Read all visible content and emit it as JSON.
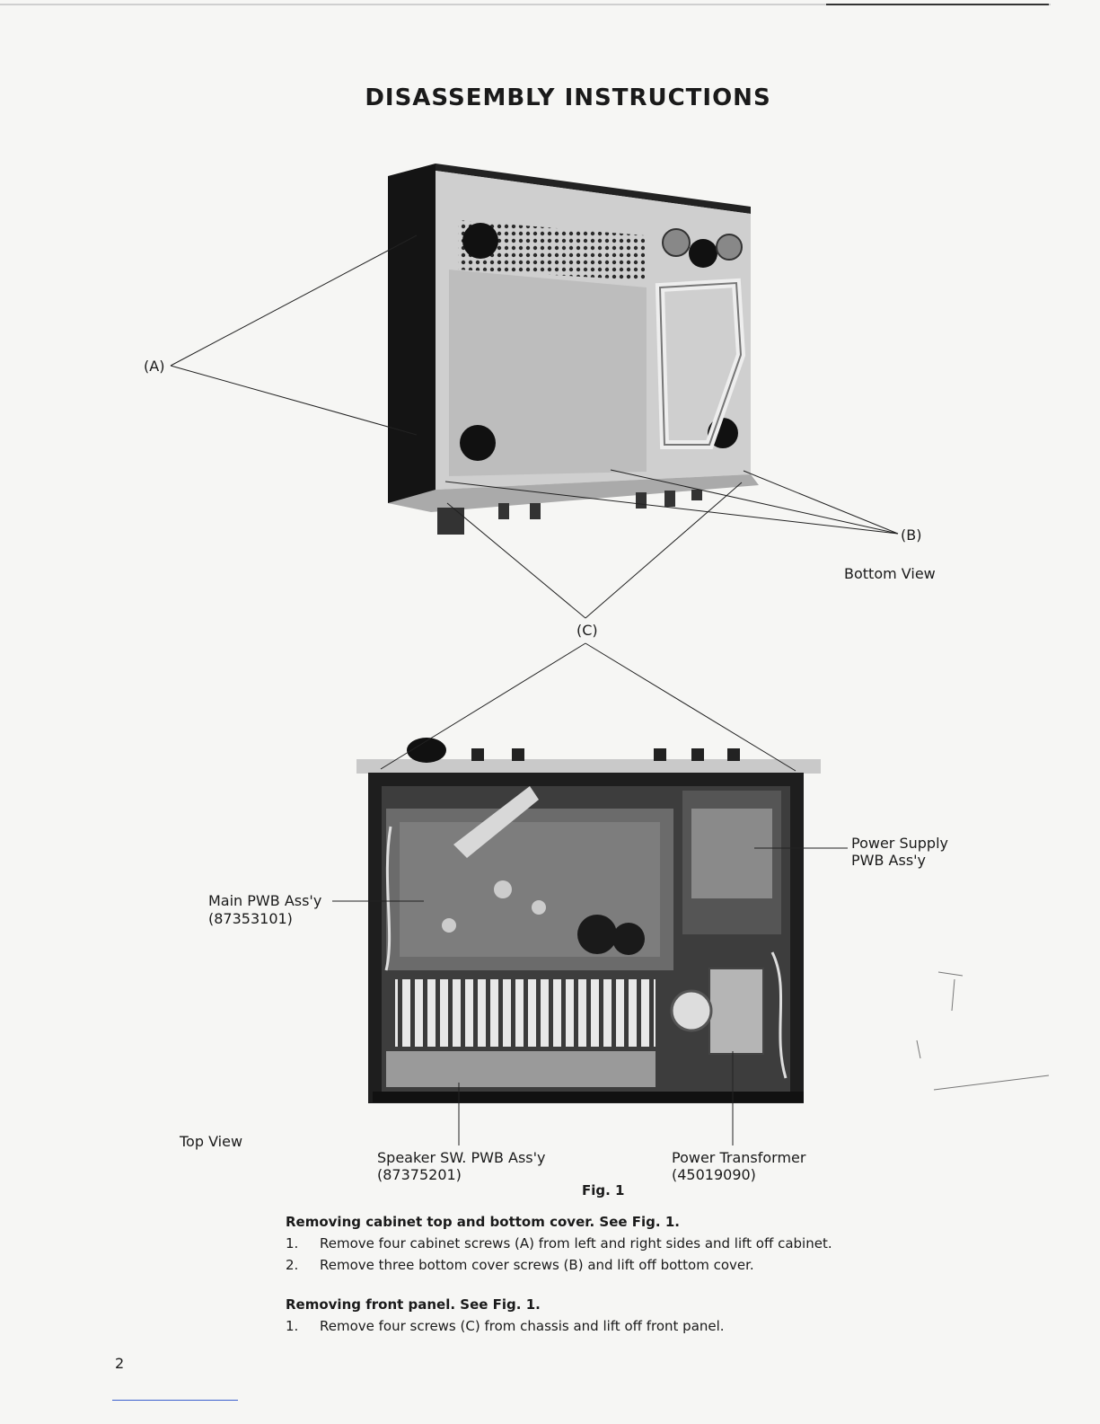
{
  "title": "DISASSEMBLY INSTRUCTIONS",
  "labels": {
    "a": "(A)",
    "b": "(B)",
    "c": "(C)",
    "bottom_view": "Bottom View",
    "top_view": "Top View",
    "power_supply": "Power Supply",
    "power_supply_2": "PWB Ass'y",
    "main_pwb": "Main PWB Ass'y",
    "main_pwb_num": "(87353101)",
    "speaker_sw": "Speaker SW. PWB Ass'y",
    "speaker_sw_num": "(87375201)",
    "power_transformer": "Power Transformer",
    "power_transformer_num": "(45019090)",
    "fig": "Fig. 1"
  },
  "sections": [
    {
      "heading": "Removing cabinet top and bottom cover. See Fig. 1.",
      "steps": [
        {
          "num": "1.",
          "text": "Remove four cabinet screws (A) from left and right sides and lift off cabinet."
        },
        {
          "num": "2.",
          "text": "Remove three bottom cover screws (B) and lift off bottom cover."
        }
      ]
    },
    {
      "heading": "Removing front panel. See Fig. 1.",
      "steps": [
        {
          "num": "1.",
          "text": "Remove four screws (C) from chassis and lift off front panel."
        }
      ]
    }
  ],
  "page_number": "2"
}
